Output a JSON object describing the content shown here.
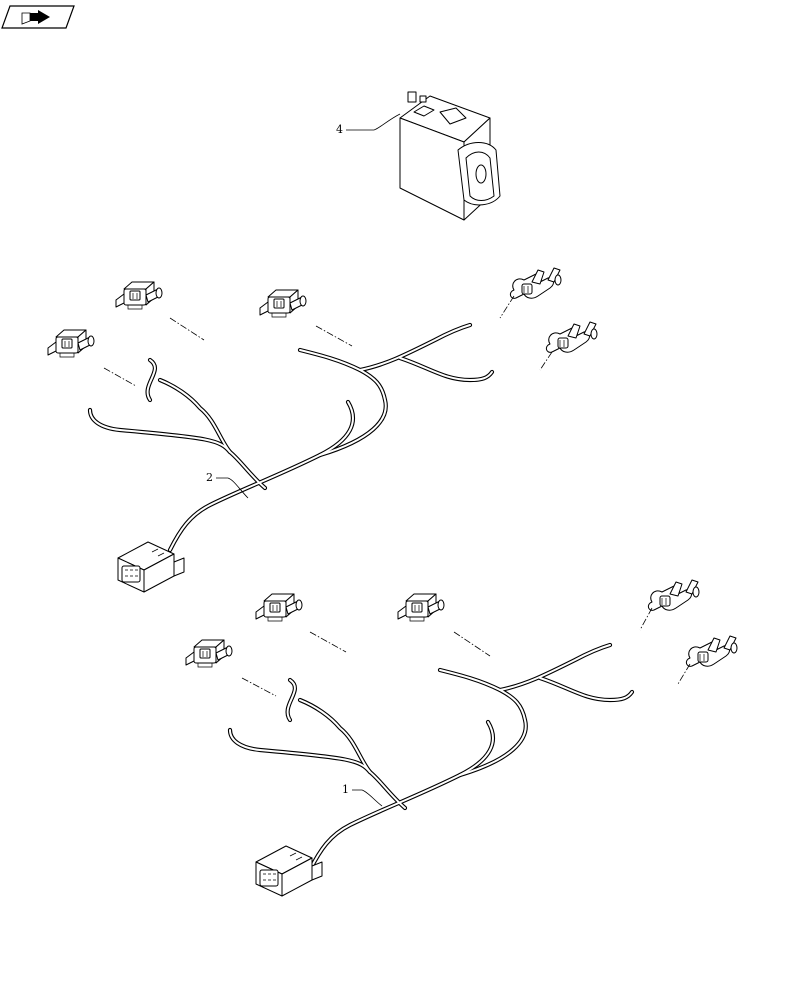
{
  "nav_icon": "page-navigation-arrow-icon",
  "callouts": {
    "item_1": "1",
    "item_2": "2",
    "item_4": "4"
  }
}
